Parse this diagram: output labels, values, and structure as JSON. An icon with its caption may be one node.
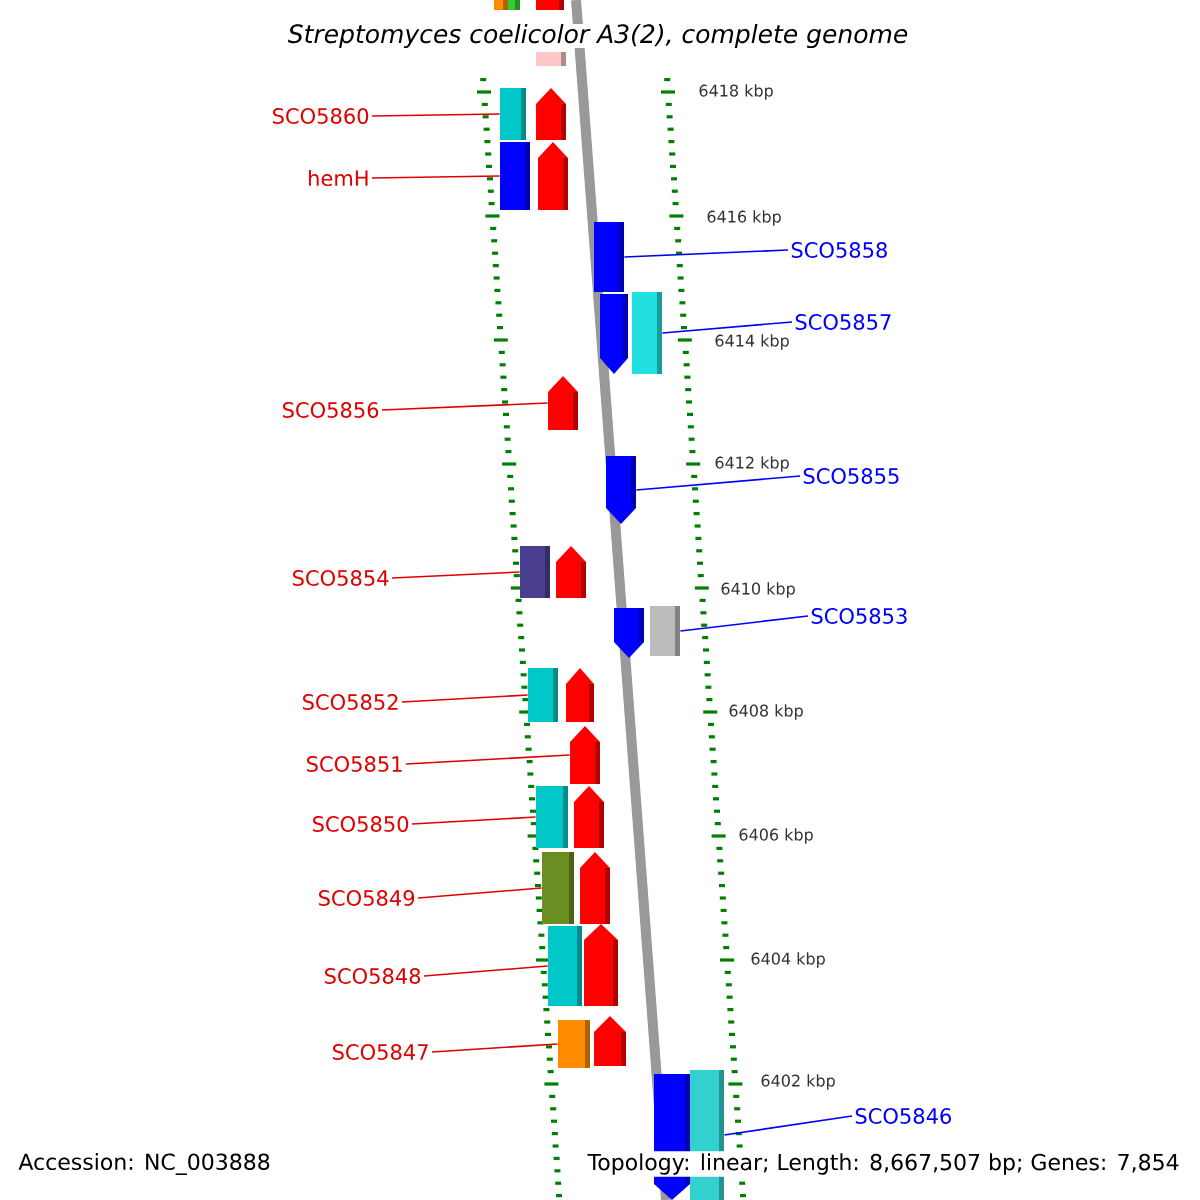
{
  "diagram": {
    "title": "Streptomyces coelicolor A3(2), complete genome",
    "nodes": [
      {
        "text": [
          "SCO5860"
        ]
      },
      {
        "text": [
          "hemH"
        ]
      },
      {
        "text": [
          "SCO5858"
        ]
      },
      {
        "text": [
          "SCO5857"
        ]
      },
      {
        "text": [
          "SCO5856"
        ]
      },
      {
        "text": [
          "SCO5855"
        ]
      },
      {
        "text": [
          "SCO5854"
        ]
      },
      {
        "text": [
          "SCO5853"
        ]
      },
      {
        "text": [
          "SCO5852"
        ]
      },
      {
        "text": [
          "SCO5851"
        ]
      },
      {
        "text": [
          "SCO5850"
        ]
      },
      {
        "text": [
          "SCO5849"
        ]
      },
      {
        "text": [
          "SCO5848"
        ]
      },
      {
        "text": [
          "SCO5847"
        ]
      },
      {
        "text": [
          "SCO5846"
        ]
      },
      {
        "text": [],
        "shape": "box"
      },
      {
        "text": [],
        "shape": "box"
      },
      {
        "text": [],
        "shape": "box"
      },
      {
        "text": [],
        "shape": "bar"
      },
      {
        "text": [],
        "shape": "box"
      },
      {
        "text": [],
        "shape": "arrow"
      },
      {
        "text": [],
        "shape": "box"
      },
      {
        "text": [],
        "shape": "arrow"
      },
      {
        "text": [],
        "shape": "box"
      },
      {
        "text": [],
        "shape": "arrow"
      },
      {
        "text": [],
        "shape": "box"
      },
      {
        "text": [],
        "shape": "arrow"
      },
      {
        "text": [],
        "shape": "arrow"
      },
      {
        "text": [],
        "shape": "box"
      },
      {
        "text": [],
        "shape": "arrow"
      },
      {
        "text": [],
        "shape": "arrow"
      },
      {
        "text": [],
        "shape": "box"
      },
      {
        "text": [],
        "shape": "box"
      },
      {
        "text": [],
        "shape": "arrow"
      },
      {
        "text": [],
        "shape": "arrow"
      },
      {
        "text": [],
        "shape": "box"
      },
      {
        "text": [],
        "shape": "arrow"
      },
      {
        "text": [],
        "shape": "box"
      },
      {
        "text": [],
        "shape": "arrow"
      },
      {
        "text": [],
        "shape": "box"
      },
      {
        "text": [],
        "shape": "arrow"
      },
      {
        "text": [],
        "shape": "box"
      },
      {
        "text": [],
        "shape": "arrow"
      },
      {
        "text": [],
        "shape": "arrow"
      },
      {
        "text": [],
        "shape": "box"
      }
    ],
    "edges": [
      {
        "from": 0,
        "to": 19,
        "arrow": "none"
      },
      {
        "from": 1,
        "to": 21,
        "arrow": "none"
      },
      {
        "from": 2,
        "to": 23,
        "arrow": "none",
        "color": "#0000ff"
      },
      {
        "from": 3,
        "to": 25,
        "arrow": "none",
        "color": "#0000ff"
      },
      {
        "from": 4,
        "to": 26,
        "arrow": "none"
      },
      {
        "from": 5,
        "to": 27,
        "arrow": "none",
        "color": "#0000ff"
      },
      {
        "from": 6,
        "to": 28,
        "arrow": "none"
      },
      {
        "from": 7,
        "to": 31,
        "arrow": "none",
        "color": "#0000ff"
      },
      {
        "from": 8,
        "to": 32,
        "arrow": "none"
      },
      {
        "from": 9,
        "to": 34,
        "arrow": "none"
      },
      {
        "from": 10,
        "to": 35,
        "arrow": "none"
      },
      {
        "from": 11,
        "to": 37,
        "arrow": "none"
      },
      {
        "from": 12,
        "to": 39,
        "arrow": "none"
      },
      {
        "from": 13,
        "to": 41,
        "arrow": "none"
      },
      {
        "from": 14,
        "to": 44,
        "arrow": "none",
        "color": "#0000ff"
      }
    ],
    "labels": [
      "6418 kbp",
      "6416 kbp",
      "6414 kbp",
      "6412 kbp",
      "6410 kbp",
      "6408 kbp",
      "6406 kbp",
      "6404 kbp",
      "6402 kbp",
      "Accession: NC_003888",
      "Topology: linear; Length: 8,667,507 bp; Genes: 7,854"
    ]
  }
}
